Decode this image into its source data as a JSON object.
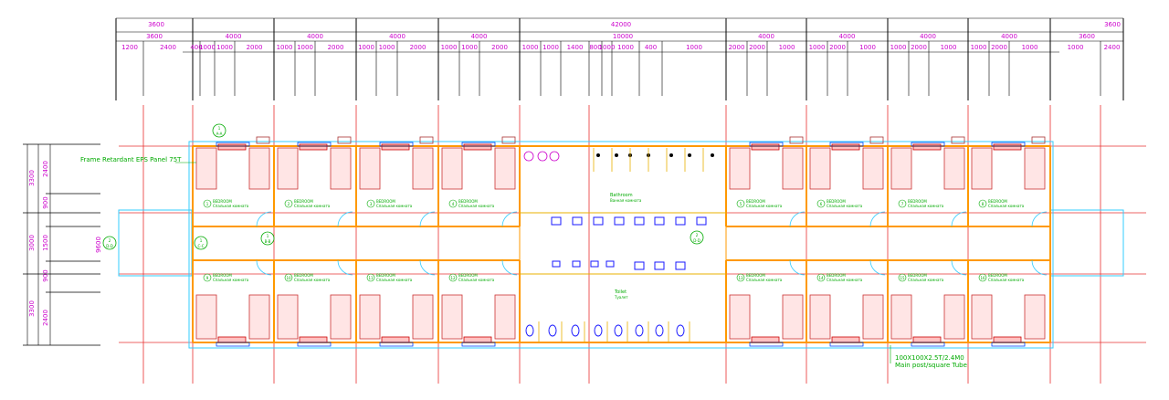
{
  "drawing": {
    "annotations": {
      "panel_label": "Frame Retardant EPS Panel 75T",
      "tube_label_line1": "100X100X2.5T/2.4M0",
      "tube_label_line2": "Main post/square Tube"
    },
    "section_markers": [
      "1",
      "1",
      "1",
      "2"
    ],
    "section_sub": [
      "A-A",
      "B-B",
      "C-C",
      "D-D"
    ],
    "dims_top_total": "42000",
    "dims_top_row1": [
      "3600",
      "4000",
      "4000",
      "4000",
      "4000",
      "10000",
      "4000",
      "4000",
      "4000",
      "4000",
      "3600"
    ],
    "dims_top_row2": [
      "1200",
      "2400",
      "400",
      "1000",
      "1000",
      "2000",
      "1000",
      "1000",
      "2000",
      "1000",
      "1000",
      "2000",
      "1000",
      "1000",
      "2000",
      "1000",
      "1000",
      "1400",
      "800",
      "1000",
      "1000",
      "400",
      "1000",
      "2000",
      "2000",
      "1000",
      "1000",
      "2000",
      "1000",
      "1000",
      "2000",
      "1000",
      "1000",
      "2000",
      "1000",
      "1000",
      "2400",
      "1200"
    ],
    "dims_left_total": "9600",
    "dims_left_outer": [
      "3300",
      "3000",
      "3300"
    ],
    "dims_left_inner": [
      "2400",
      "900",
      "1500",
      "900",
      "2400"
    ],
    "rooms_top": [
      {
        "name": "BEDROOM",
        "sub": "Спальная комната"
      },
      {
        "name": "BEDROOM",
        "sub": "Спальная комната"
      },
      {
        "name": "BEDROOM",
        "sub": "Спальная комната"
      },
      {
        "name": "BEDROOM",
        "sub": "Спальная комната"
      },
      {
        "name": "BEDROOM",
        "sub": "Спальная комната"
      },
      {
        "name": "BEDROOM",
        "sub": "Спальная комната"
      },
      {
        "name": "BEDROOM",
        "sub": "Спальная комната"
      },
      {
        "name": "BEDROOM",
        "sub": "Спальная комната"
      }
    ],
    "rooms_bottom": [
      {
        "name": "BEDROOM",
        "sub": "Спальная комната"
      },
      {
        "name": "BEDROOM",
        "sub": "Спальная комната"
      },
      {
        "name": "BEDROOM",
        "sub": "Спальная комната"
      },
      {
        "name": "BEDROOM",
        "sub": "Спальная комната"
      },
      {
        "name": "BEDROOM",
        "sub": "Спальная комната"
      },
      {
        "name": "BEDROOM",
        "sub": "Спальная комната"
      },
      {
        "name": "BEDROOM",
        "sub": "Спальная комната"
      },
      {
        "name": "BEDROOM",
        "sub": "Спальная комната"
      }
    ],
    "room_numbers_top": [
      "1",
      "2",
      "3",
      "4",
      "5",
      "6",
      "7",
      "8"
    ],
    "room_numbers_bottom": [
      "9",
      "10",
      "11",
      "12",
      "13",
      "14",
      "15",
      "16"
    ],
    "bathroom": {
      "name": "Bathroom",
      "sub": "Ванная комната"
    },
    "toilet": {
      "name": "Toilet",
      "sub": "Туалет"
    },
    "colors": {
      "wall": "#ff9900",
      "grid": "#e83030",
      "panel": "#33ccff",
      "dim": "#cc00cc",
      "annotation": "#00aa00",
      "fixture": "#1a1aff"
    }
  }
}
